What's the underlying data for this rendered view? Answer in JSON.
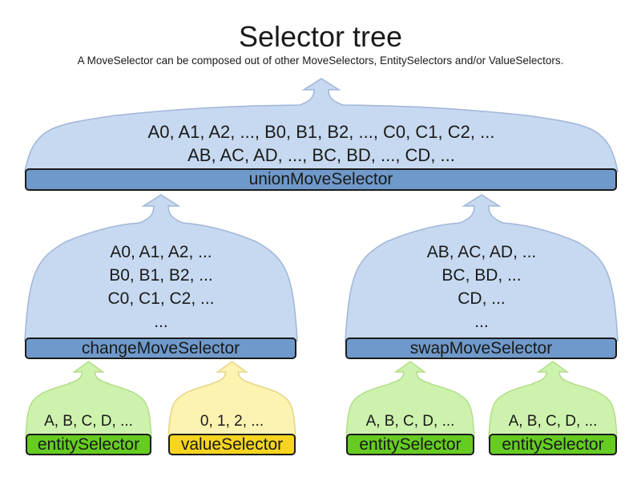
{
  "header": {
    "title": "Selector tree",
    "subtitle": "A MoveSelector can be composed out of other MoveSelectors, EntitySelectors and/or ValueSelectors."
  },
  "colors": {
    "move_bar": "#6f99ca",
    "move_cloud": "#c6d9f0",
    "move_cloud_border": "#a0b6d8",
    "entity_bar": "#66cc22",
    "entity_cloud": "#cdf2ad",
    "entity_cloud_border": "#b2dd88",
    "value_bar": "#f6d420",
    "value_cloud": "#fcf3b1",
    "value_cloud_border": "#e6d584",
    "bar_border": "#1b1b1b",
    "text": "#1a1a1a"
  },
  "nodes": {
    "union": {
      "label": "unionMoveSelector",
      "lines": [
        "A0, A1, A2, ..., B0, B1, B2, ..., C0, C1, C2, ...",
        "AB, AC, AD, ..., BC, BD, ..., CD, ..."
      ]
    },
    "change": {
      "label": "changeMoveSelector",
      "lines": [
        "A0, A1, A2, ...",
        "B0, B1, B2, ...",
        "C0, C1, C2, ...",
        "..."
      ]
    },
    "swap": {
      "label": "swapMoveSelector",
      "lines": [
        "AB, AC, AD, ...",
        "BC, BD, ...",
        "CD, ...",
        "..."
      ]
    },
    "entity1": {
      "label": "entitySelector",
      "lines": [
        "A, B, C, D, ..."
      ]
    },
    "value1": {
      "label": "valueSelector",
      "lines": [
        "0, 1, 2, ..."
      ]
    },
    "entity2": {
      "label": "entitySelector",
      "lines": [
        "A, B, C, D, ..."
      ]
    },
    "entity3": {
      "label": "entitySelector",
      "lines": [
        "A, B, C, D, ..."
      ]
    }
  }
}
